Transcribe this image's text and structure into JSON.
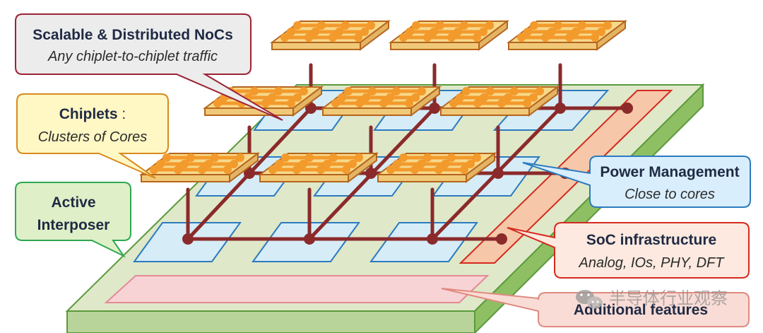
{
  "labels": {
    "noc_title": "Scalable & Distributed NoCs",
    "noc_sub": "Any chiplet-to-chiplet traffic",
    "chiplets_title": "Chiplets",
    "chiplets_colon": " :",
    "chiplets_sub": "Clusters of Cores",
    "interposer_line1": "Active",
    "interposer_line2": "Interposer",
    "power_title": "Power Management",
    "power_sub": "Close to cores",
    "soc_title": "SoC infrastructure",
    "soc_sub": "Analog, IOs, PHY, DFT",
    "additional": "Additional features",
    "watermark": "半导体行业观察"
  },
  "colors": {
    "interposer_fill": "#dfe8c9",
    "interposer_edge": "#5a9a3c",
    "link": "#8b2a2a",
    "chiplet_fill": "#f7d98b",
    "chiplet_edge": "#b5651d",
    "core": "#f39a2c",
    "footprint_fill": "#d6ecf7",
    "footprint_edge": "#2b7bbf",
    "soc_fill": "#f6c7a8",
    "soc_edge": "#d42a1e",
    "additional_fill": "#f7d3d6"
  },
  "icons": [
    "wechat-icon"
  ]
}
